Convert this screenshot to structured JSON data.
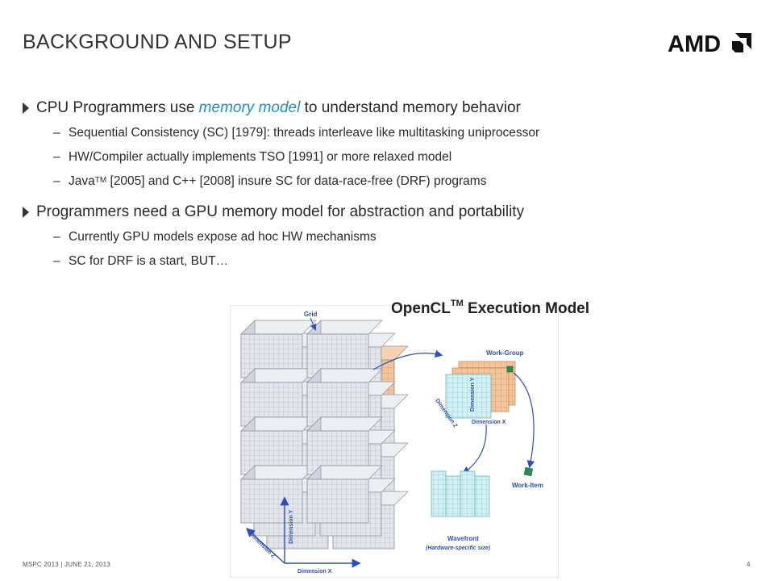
{
  "slide": {
    "title": "BACKGROUND AND SETUP",
    "logo_text": "AMD"
  },
  "bullets": [
    {
      "prefix": "CPU Programmers use ",
      "emphasis": "memory model",
      "suffix": " to understand memory behavior",
      "sub": [
        {
          "text": "Sequential Consistency (SC) [1979]: threads interleave like multitasking uniprocessor"
        },
        {
          "text": "HW/Compiler actually implements TSO [1991] or more relaxed model"
        },
        {
          "pre": "Java",
          "sup": "TM",
          "post": " [2005] and C++ [2008] insure SC for data-race-free (DRF) programs"
        }
      ]
    },
    {
      "text": "Programmers need a GPU memory model for abstraction and portability",
      "sub": [
        {
          "text": "Currently GPU models expose ad hoc HW mechanisms"
        },
        {
          "text": "SC for DRF is a start, BUT…"
        }
      ]
    }
  ],
  "figure": {
    "title_pre": "OpenCL",
    "title_sup": "TM",
    "title_post": " Execution Model",
    "labels": {
      "grid": "Grid",
      "work_group": "Work-Group",
      "work_item": "Work-Item",
      "wavefront": "Wavefront",
      "wavefront_note": "(Hardware-specific size)",
      "dim_x": "Dimension X",
      "dim_y": "Dimension Y",
      "dim_z": "Dimension Z"
    }
  },
  "footer": {
    "left": "MSPC 2013  |  JUNE 21, 2013",
    "page": "4"
  },
  "colors": {
    "emphasis": "#1c91c3",
    "grid_block": "#dfe3ea",
    "workgroup_highlight": "#f2c39a",
    "work_item": "#cfeff2",
    "work_item_green": "#2e8b57",
    "arrow": "#2f4fb3"
  }
}
